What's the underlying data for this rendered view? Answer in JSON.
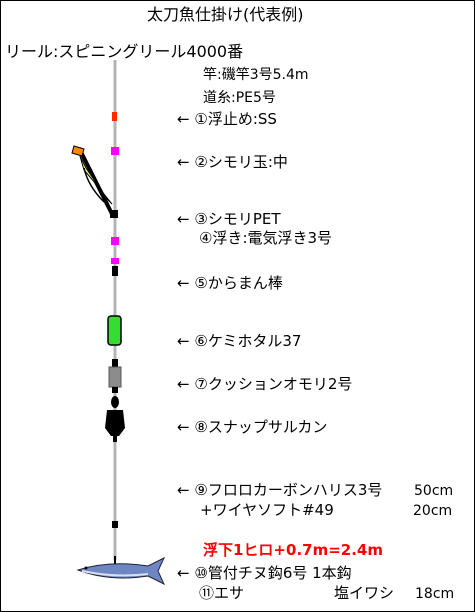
{
  "title": "太刀魚仕掛け(代表例)",
  "reel": "リール:スピニングリール4000番",
  "rod": "竿:磯竿3号5.4m",
  "line": "道糸:PE5号",
  "items": [
    {
      "num": "①",
      "text": "浮止め:SS"
    },
    {
      "num": "②",
      "text": "シモリ玉:中"
    },
    {
      "num": "③",
      "text": "シモリPET"
    },
    {
      "num": "④",
      "text": "浮き:電気浮き3号"
    },
    {
      "num": "⑤",
      "text": "からまん棒"
    },
    {
      "num": "⑥",
      "text": "ケミホタル37"
    },
    {
      "num": "⑦",
      "text": "クッションオモリ2号"
    },
    {
      "num": "⑧",
      "text": "スナップサルカン"
    },
    {
      "num": "⑨",
      "text": "フロロカーボンハリス3号",
      "len": "50cm"
    },
    {
      "num": "⑩",
      "text": "管付チヌ鈎6号 1本鈎"
    },
    {
      "num": "⑪",
      "text": "エサ",
      "bait": "塩イワシ",
      "len": "18cm"
    }
  ],
  "wire": {
    "text": "+ワイヤソフト#49",
    "len": "20cm"
  },
  "depth": "浮下1ヒロ+0.7m=2.4m",
  "arrow": "←",
  "colors": {
    "line": "#b4b4b4",
    "stopper": "#ff2a00",
    "bead": "#ff00ff",
    "chemlight": "#33dd33",
    "sinker": "#8c8c8c",
    "float_top": "#ff8800",
    "float_body": "#ffff66",
    "depth_text": "#ff0000"
  }
}
